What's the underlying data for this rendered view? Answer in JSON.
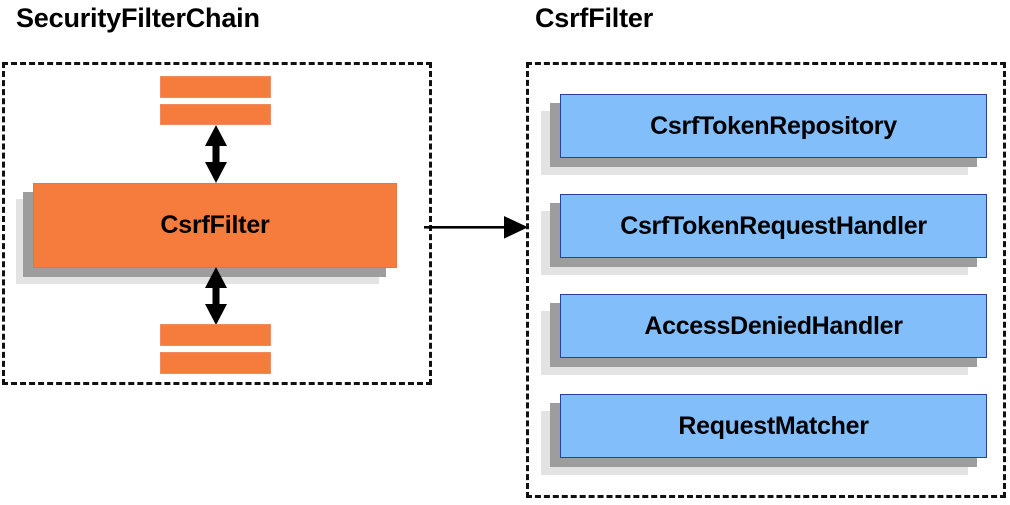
{
  "diagram": {
    "type": "component-relationship-diagram",
    "colors": {
      "orange_fill": "#f57c3c",
      "blue_fill": "#82bef9",
      "blue_border": "#2a3f9e",
      "shadow_dark": "#9d9d9d",
      "shadow_light": "#e3e3e3",
      "border_dashed": "#111111",
      "text": "#000000",
      "background": "#ffffff"
    },
    "left_panel": {
      "title": "SecurityFilterChain",
      "container_style": "dashed",
      "filters_above": [
        {
          "label": "",
          "name": "filter-bar-above-1"
        },
        {
          "label": "",
          "name": "filter-bar-above-2"
        }
      ],
      "focus_component": {
        "label": "CsrfFilter",
        "shape": "rectangle",
        "fill": "#f57c3c"
      },
      "filters_below": [
        {
          "label": "",
          "name": "filter-bar-below-1"
        },
        {
          "label": "",
          "name": "filter-bar-below-2"
        }
      ],
      "connector_above": {
        "kind": "double-headed-vertical-arrow"
      },
      "connector_below": {
        "kind": "double-headed-vertical-arrow"
      }
    },
    "cross_connector": {
      "kind": "single-headed-horizontal-arrow",
      "from": "CsrfFilter",
      "to": "CsrfFilter collaborators"
    },
    "right_panel": {
      "title": "CsrfFilter",
      "container_style": "dashed",
      "collaborators": [
        {
          "label": "CsrfTokenRepository"
        },
        {
          "label": "CsrfTokenRequestHandler"
        },
        {
          "label": "AccessDeniedHandler"
        },
        {
          "label": "RequestMatcher"
        }
      ]
    }
  }
}
